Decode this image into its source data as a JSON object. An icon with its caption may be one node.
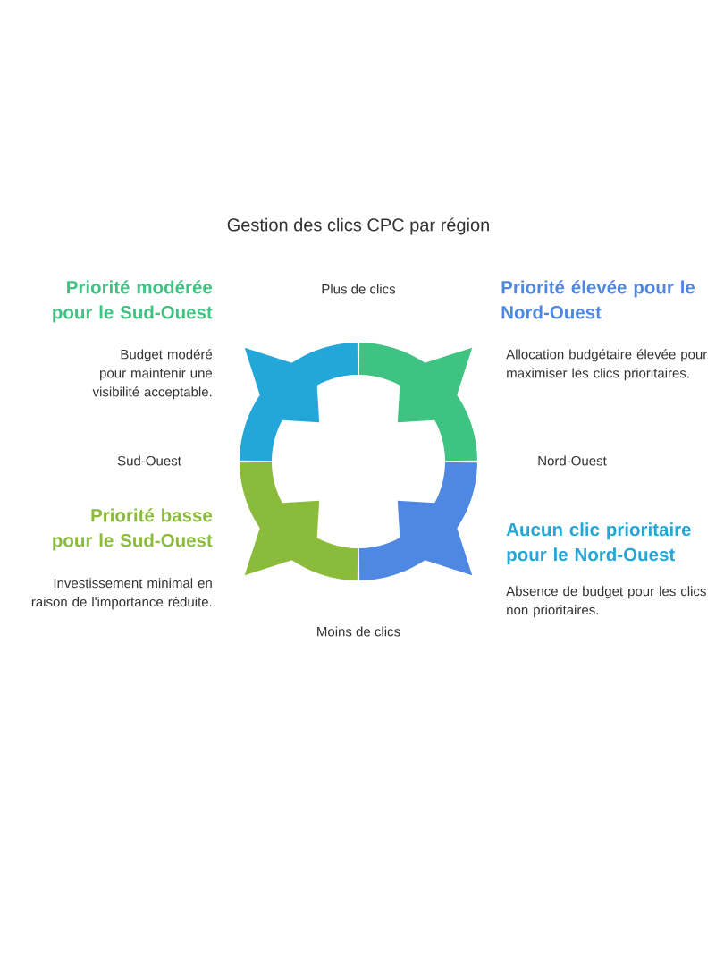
{
  "diagram": {
    "title": "Gestion des clics CPC par région",
    "labels": [
      "Priorité modérée pour le Sud-Ouest",
      "Plus de clics",
      "Priorité élevée pour le Nord-Ouest",
      "Budget modéré pour maintenir une visibilité acceptable.",
      "Allocation budgétaire élevée pour maximiser les clics prioritaires.",
      "Sud-Ouest",
      "Nord-Ouest",
      "Priorité basse pour le Sud-Ouest",
      "Aucun clic prioritaire pour le Nord-Ouest",
      "Investissement minimal en raison de l'importance réduite.",
      "Absence de budget pour les clics non prioritaires.",
      "Moins de clics"
    ]
  }
}
